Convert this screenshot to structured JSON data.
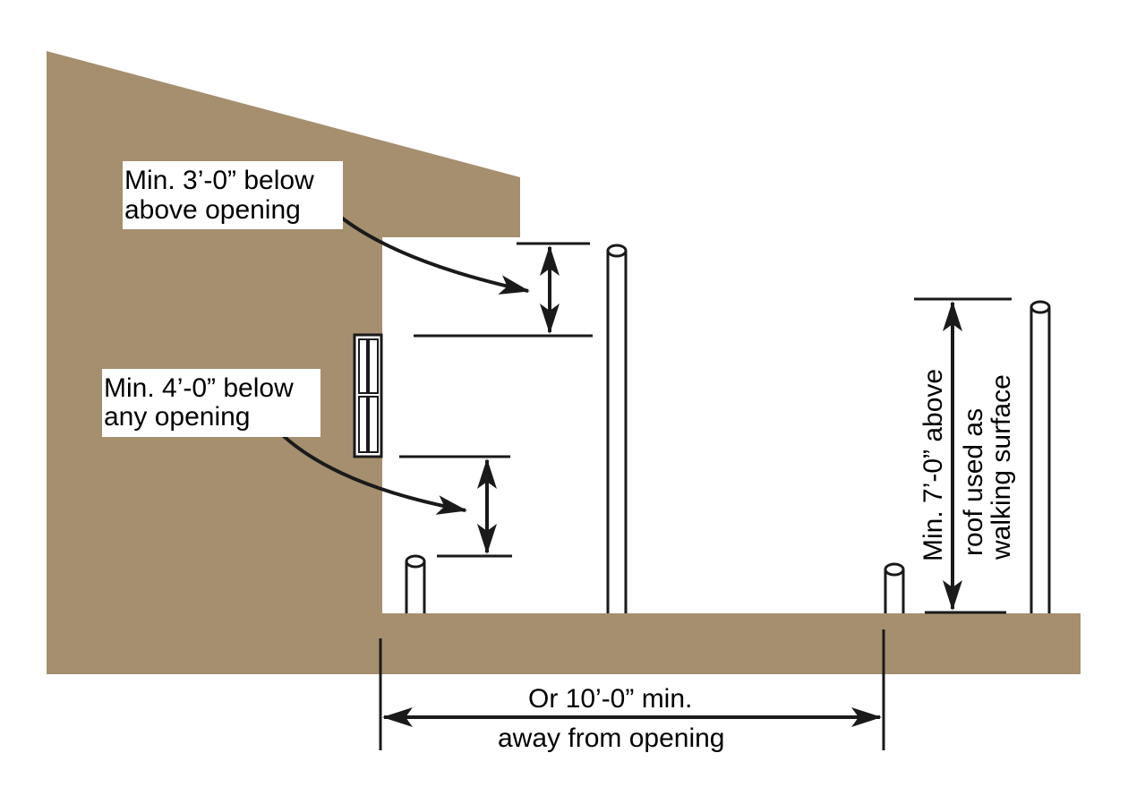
{
  "labels": {
    "above_opening": [
      "Min. 3’-0” below",
      "above opening"
    ],
    "any_opening": [
      "Min. 4’-0” below",
      "any opening"
    ],
    "roof_walking": [
      "Min. 7’-0” above",
      "roof used as",
      "walking surface"
    ],
    "distance": [
      "Or 10’-0” min.",
      "away from opening"
    ]
  },
  "colors": {
    "building": "#a58f6e",
    "line": "#1a1a1a",
    "background": "#ffffff"
  }
}
